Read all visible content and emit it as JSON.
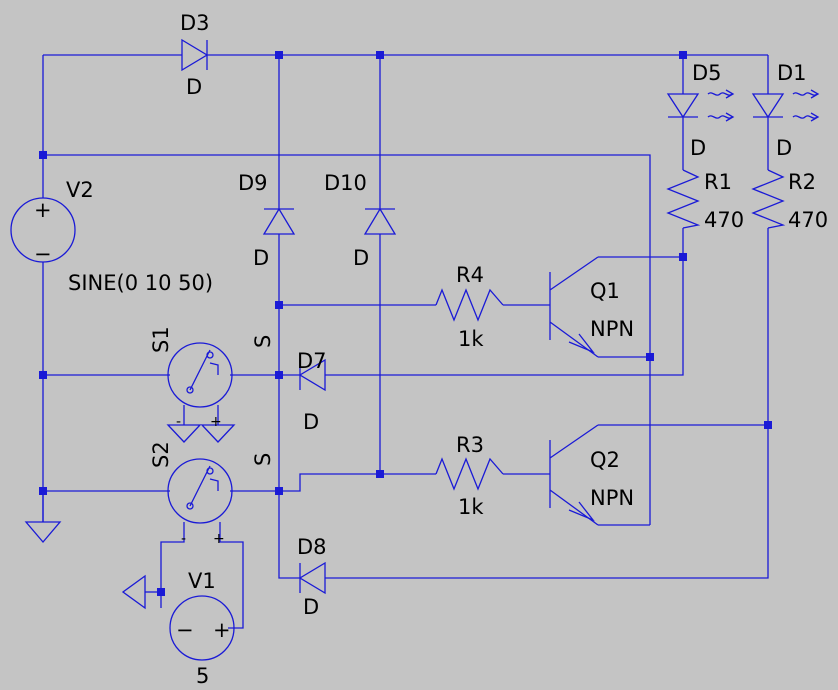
{
  "components": {
    "d3": {
      "ref": "D3",
      "value": "D"
    },
    "d9": {
      "ref": "D9",
      "value": "D"
    },
    "d10": {
      "ref": "D10",
      "value": "D"
    },
    "d5": {
      "ref": "D5",
      "value": "D"
    },
    "d1": {
      "ref": "D1",
      "value": "D"
    },
    "d7": {
      "ref": "D7",
      "value": "D"
    },
    "d8": {
      "ref": "D8",
      "value": "D"
    },
    "r1": {
      "ref": "R1",
      "value": "470"
    },
    "r2": {
      "ref": "R2",
      "value": "470"
    },
    "r3": {
      "ref": "R3",
      "value": "1k"
    },
    "r4": {
      "ref": "R4",
      "value": "1k"
    },
    "q1": {
      "ref": "Q1",
      "value": "NPN"
    },
    "q2": {
      "ref": "Q2",
      "value": "NPN"
    },
    "v1": {
      "ref": "V1",
      "value": "5"
    },
    "v2": {
      "ref": "V2",
      "value": "SINE(0 10 50)"
    },
    "s1": {
      "ref": "S1",
      "value": "S"
    },
    "s2": {
      "ref": "S2",
      "value": "S"
    }
  },
  "pin_labels": {
    "plus": "+",
    "minus": "−",
    "minus_small": "-"
  },
  "colors": {
    "background": "#c4c4c4",
    "wire": "#1a1ad6",
    "text": "#000000"
  }
}
